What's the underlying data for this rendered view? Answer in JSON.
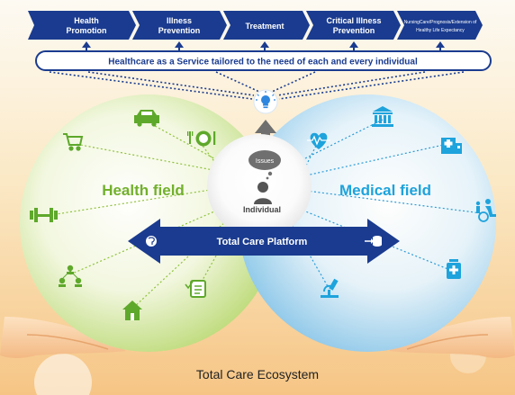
{
  "stages": [
    {
      "line1": "Health",
      "line2": "Promotion"
    },
    {
      "line1": "Illness",
      "line2": "Prevention"
    },
    {
      "line1": "Treatment",
      "line2": ""
    },
    {
      "line1": "Critical Illness",
      "line2": "Prevention"
    },
    {
      "line1": "NursingCare/Prognosis/Extension of",
      "line2": "Healthy Life Expectancy"
    }
  ],
  "banner": "Healthcare as a Service tailored to the need of each and every individual",
  "health_field": "Health field",
  "medical_field": "Medical field",
  "issues": "Issues",
  "individual": "Individual",
  "platform": "Total Care Platform",
  "footer": "Total Care Ecosystem",
  "icons": {
    "bulb": "lightbulb-icon",
    "car": "car-icon",
    "cart": "shopping-cart-icon",
    "meal": "meal-plate-icon",
    "dumbbell": "dumbbell-icon",
    "network": "network-people-icon",
    "house": "house-icon",
    "checklist": "checklist-icon",
    "heart": "heartbeat-icon",
    "bank": "government-building-icon",
    "hospital": "hospital-icon",
    "wheelchair": "wheelchair-icon",
    "medicine": "medicine-bottle-icon",
    "microscope": "microscope-icon",
    "brain": "brain-icon",
    "database": "database-transfer-icon",
    "person": "person-icon"
  },
  "colors": {
    "navy": "#1a3b8f",
    "green": "#8fc23a",
    "green_text": "#72b02c",
    "blue": "#2b9bd6",
    "sky_blue": "#1ea3dc",
    "bulb_blue": "#2e86de"
  }
}
